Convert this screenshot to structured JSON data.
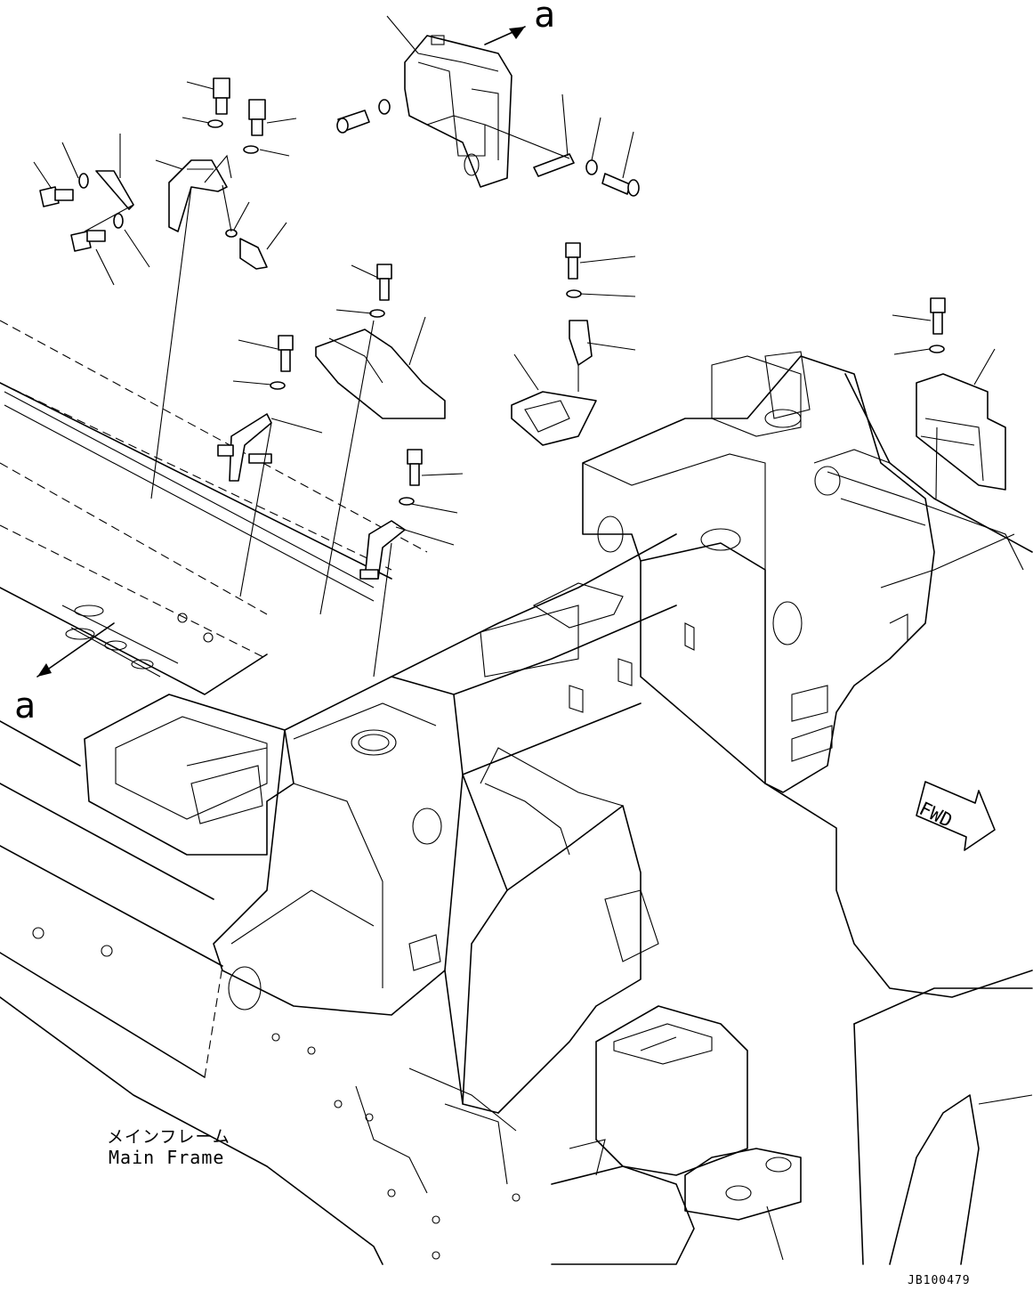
{
  "view_marker": "a",
  "direction": "FWD",
  "frame_label_jp": "メインフレーム",
  "frame_label_en": "Main Frame",
  "drawing_code": "JB100479",
  "icons": {
    "view-arrow": "arrow-icon",
    "direction-arrow": "fwd-arrow-icon"
  }
}
